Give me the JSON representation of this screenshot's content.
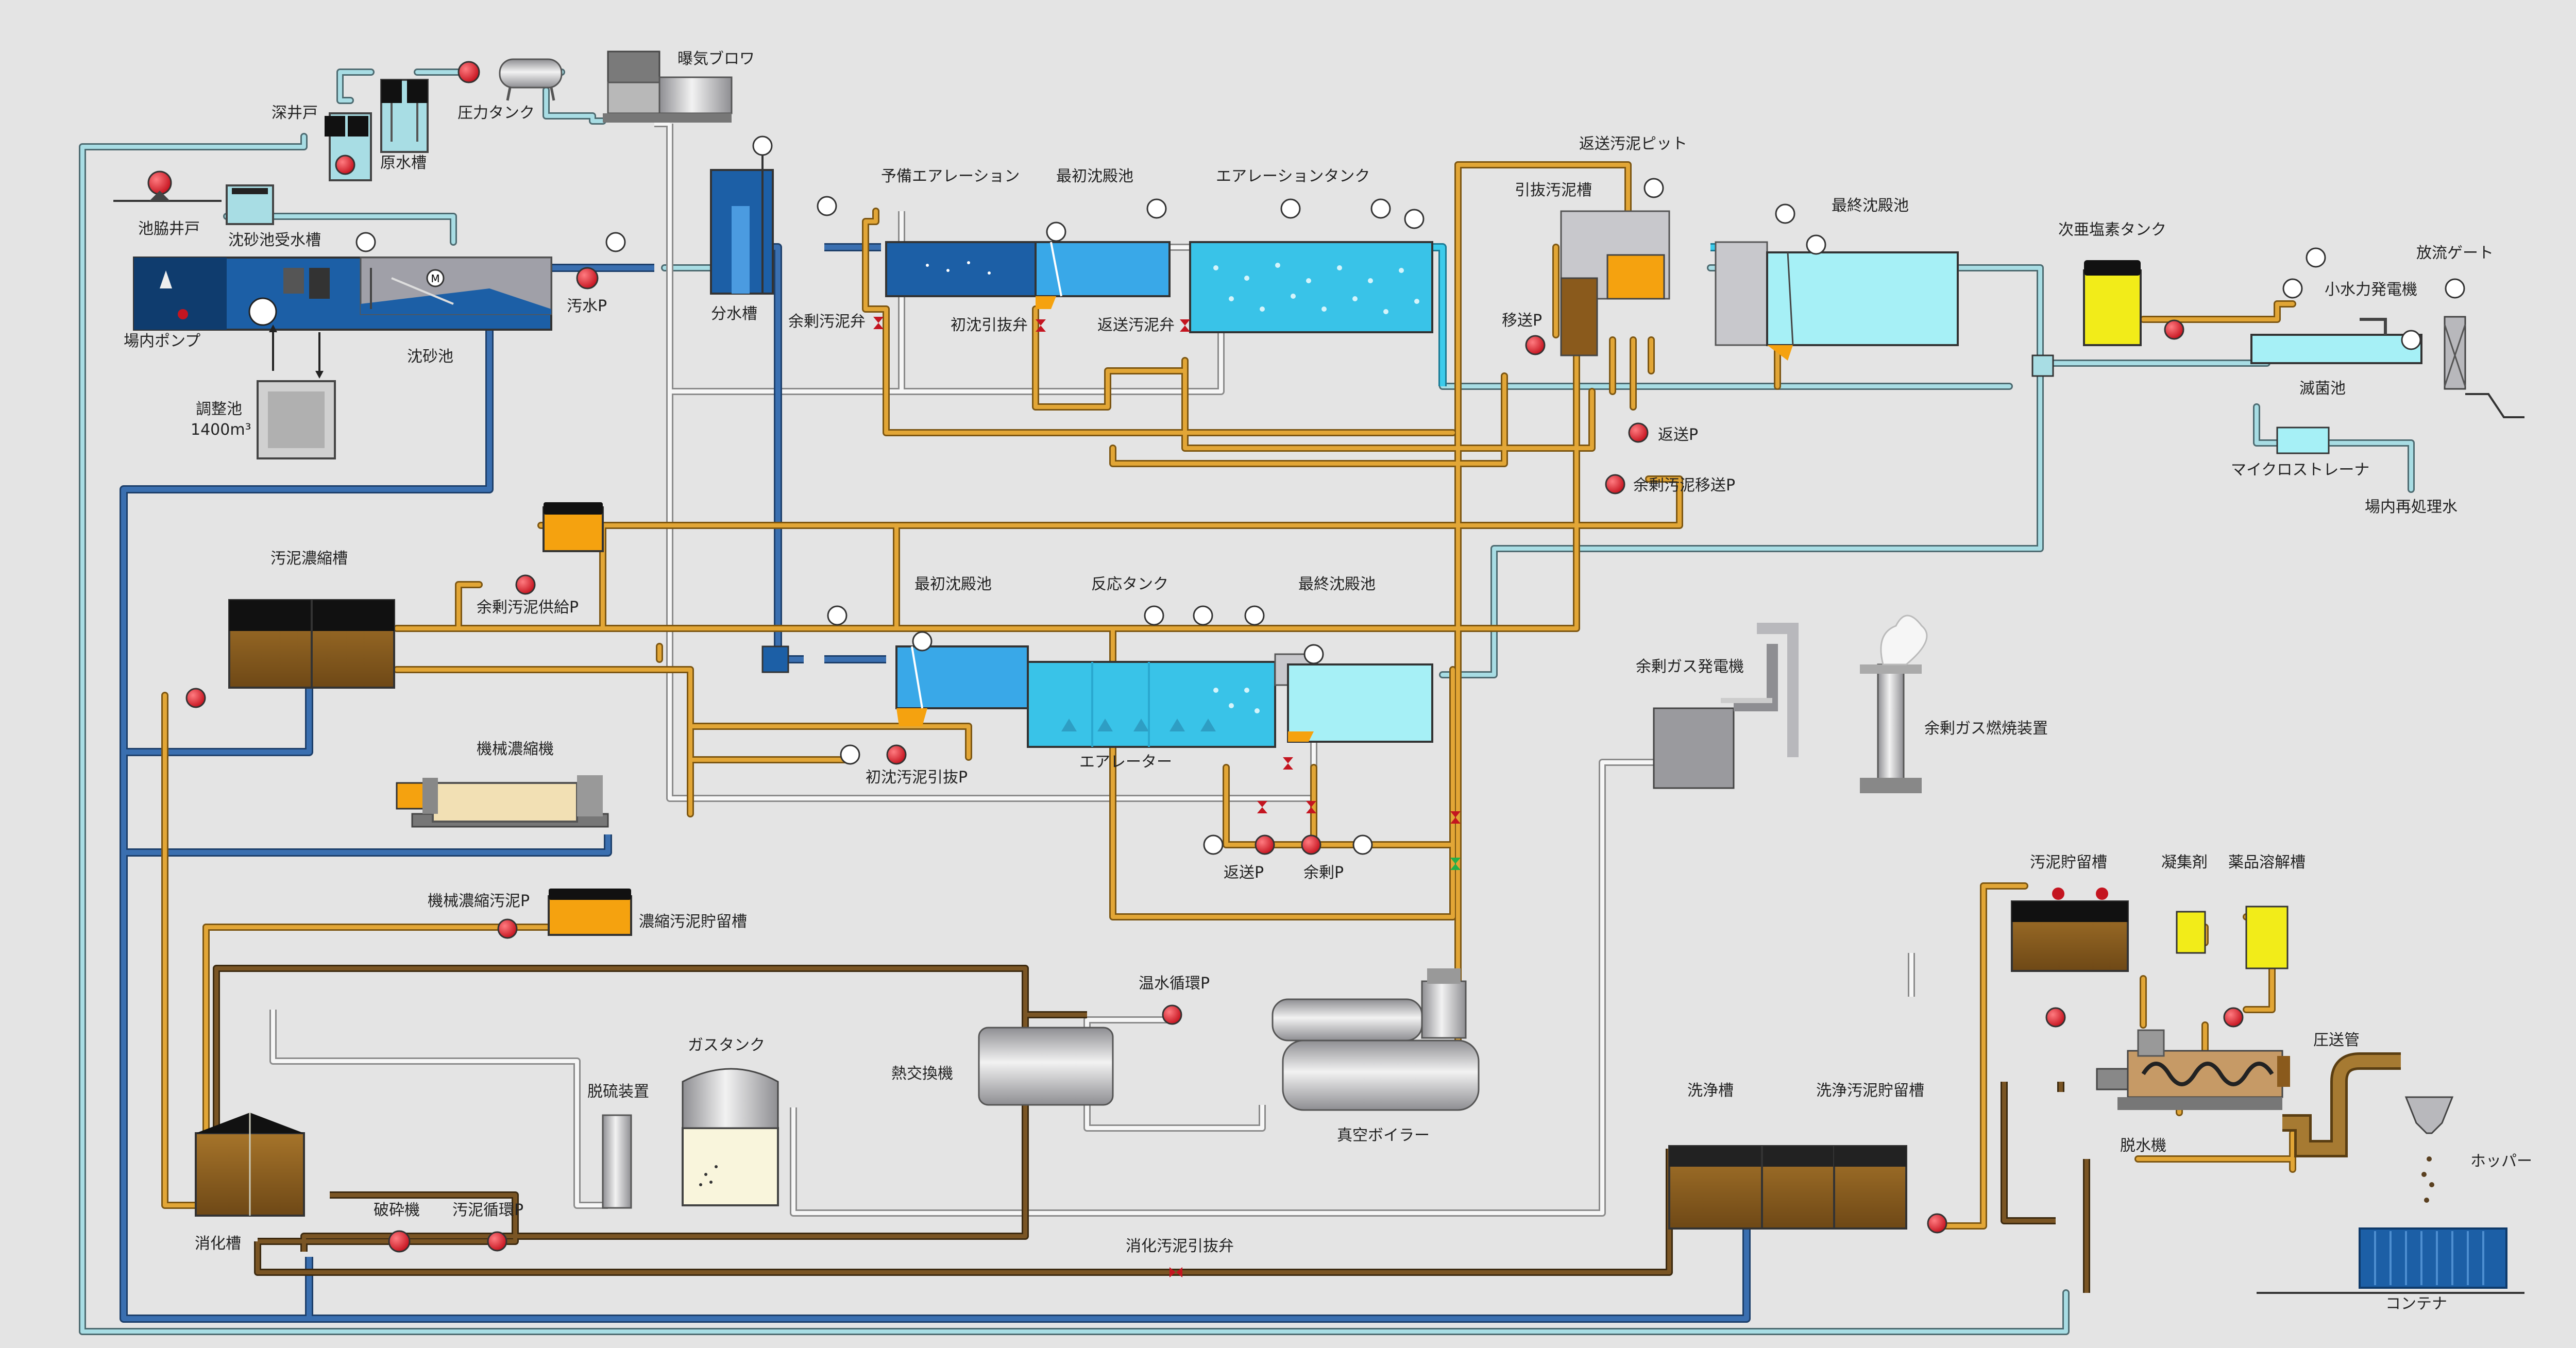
{
  "labels": {
    "fukaido": "深井戸",
    "gensuisou": "原水槽",
    "atsuryoku_tank": "圧力タンク",
    "bakki_blower": "曝気ブロワ",
    "chino_ido": "池脇井戸",
    "chinsachi_jusuisou": "沈砂池受水槽",
    "jonai_pump": "場内ポンプ",
    "chinsachi": "沈砂池",
    "osui_p": "汚水P",
    "bunsuisou": "分水槽",
    "chouseichi": "調整池",
    "chouseichi_vol": "1400m³",
    "yobi_aeration": "予備エアレーション",
    "saisho_chindenchi_1": "最初沈殿池",
    "aeration_tank": "エアレーションタンク",
    "hensou_oudei_pit": "返送汚泥ピット",
    "hikinuki_oudeisou": "引抜汚泥槽",
    "saishu_chindenchi_1": "最終沈殿池",
    "jiaensosan_tank": "次亜塩素タンク",
    "houryu_gate": "放流ゲート",
    "shousuiryoku_hatsudenki": "小水力発電機",
    "mekkin_chi": "滅菌池",
    "micro_strainer": "マイクロストレーナ",
    "jonai_saishorisui": "場内再処理水",
    "yojo_oudei_ben": "余剰汚泥弁",
    "shochin_hikinuki_ben": "初沈引抜弁",
    "hensou_oudei_ben": "返送汚泥弁",
    "isou_p": "移送P",
    "hensou_p_1": "返送P",
    "yojo_oudei_isou_p": "余剰汚泥移送P",
    "oudei_noushukusou": "汚泥濃縮槽",
    "yojo_oudei_kyokyu_p": "余剰汚泥供給P",
    "saisho_chindenchi_2": "最初沈殿池",
    "hannou_tank": "反応タンク",
    "saishu_chindenchi_2": "最終沈殿池",
    "shochin_oudei_hikinuki_p": "初沈汚泥引抜P",
    "aerator": "エアレーター",
    "hensou_p_2": "返送P",
    "yojo_p": "余剰P",
    "kikai_noushukuki": "機械濃縮機",
    "kikai_noushuku_oudei_p": "機械濃縮汚泥P",
    "noushuku_oudei_choryusou": "濃縮汚泥貯留槽",
    "yojo_gas_hatsudenki": "余剰ガス発電機",
    "yojo_gas_nenshou": "余剰ガス燃焼装置",
    "onsui_junkan_p": "温水循環P",
    "netsu_koukanki": "熱交換機",
    "shinku_boiler": "真空ボイラー",
    "datsuryu_souchi": "脱硫装置",
    "gas_tank": "ガスタンク",
    "shoukasou": "消化槽",
    "hasaiki": "破砕機",
    "oudei_junkan_p": "汚泥循環P",
    "shouka_oudei_hikinuki_ben": "消化汚泥引抜弁",
    "senjousou": "洗浄槽",
    "senjou_oudei_choryusou": "洗浄汚泥貯留槽",
    "oudei_choryusou": "汚泥貯留槽",
    "gyoushuuzai": "凝集剤",
    "yakuhin_youkaisou": "薬品溶解槽",
    "assou_kan": "圧送管",
    "datsusuiki": "脱水機",
    "hopper": "ホッパー",
    "container": "コンテナ"
  },
  "colors": {
    "background": "#e4e4e4",
    "water_pipe": "#a9dfe6",
    "sludge_pipe": "#c89428",
    "digested_sludge_pipe": "#6a4a1e",
    "main_blue_pipe": "#2c5f9e",
    "white_pipe": "#f4f4f4",
    "clarified_water": "#39c3e8",
    "deep_blue_tank": "#1c5fa6",
    "sludge_fill": "#8a5a1c",
    "orange_tank": "#f5a20f",
    "yellow_tank": "#f2ec19",
    "pump_red": "#d8202e",
    "equipment_grey": "#a4a4a8"
  }
}
